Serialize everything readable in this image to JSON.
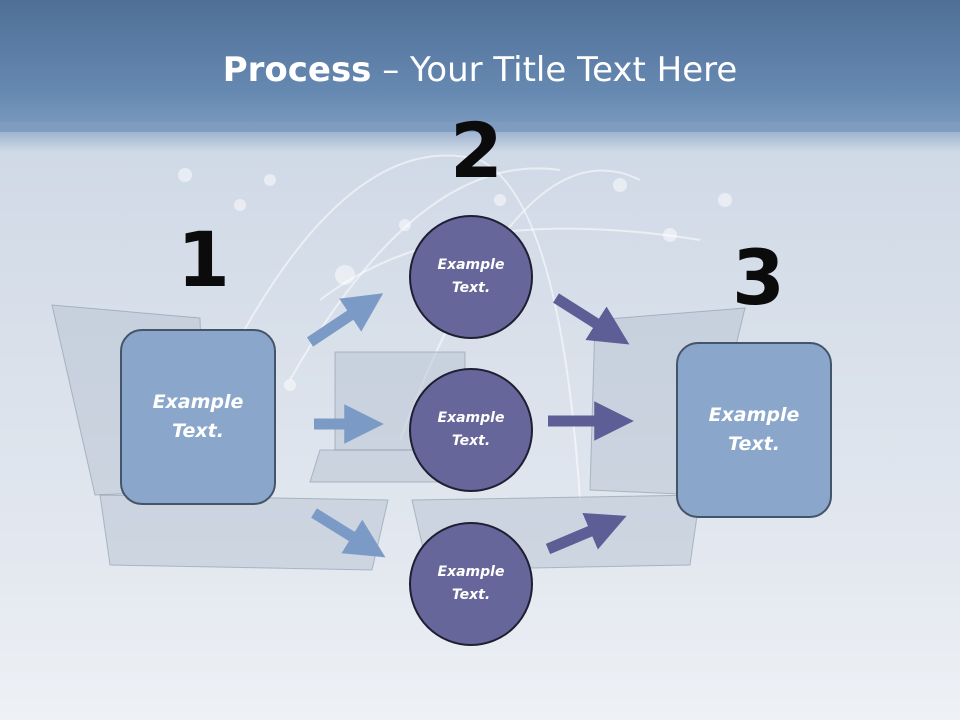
{
  "title": {
    "bold": "Process",
    "rest": " – Your Title Text Here"
  },
  "steps": [
    {
      "number": "1",
      "text": "Example Text."
    },
    {
      "number": "2",
      "text": [
        "Example Text.",
        "Example Text.",
        "Example Text."
      ]
    },
    {
      "number": "3",
      "text": "Example Text."
    }
  ],
  "colors": {
    "header": "#5f82ab",
    "box_fill": "#8aa7cb",
    "circle_fill": "#66669a",
    "light_arrow": "#7b9bc6",
    "dark_arrow": "#5e5e96"
  }
}
